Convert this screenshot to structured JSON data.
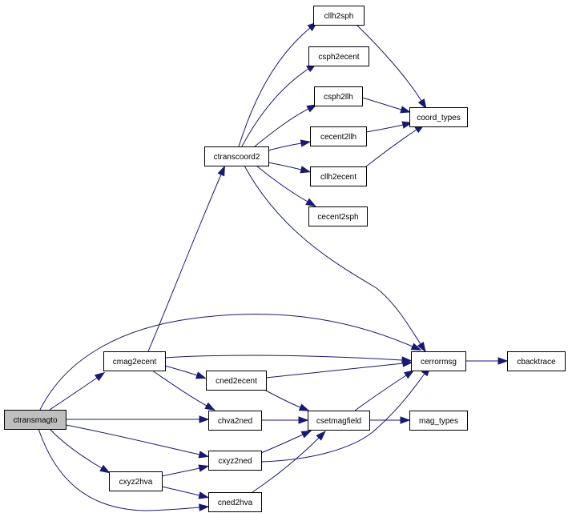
{
  "graph": {
    "kind": "call-graph",
    "root": "ctransmagto",
    "nodes": [
      {
        "id": "ctransmagto",
        "label": "ctransmagto",
        "highlighted": true
      },
      {
        "id": "cmag2ecent",
        "label": "cmag2ecent"
      },
      {
        "id": "ctranscoord2",
        "label": "ctranscoord2"
      },
      {
        "id": "cllh2sph",
        "label": "cllh2sph"
      },
      {
        "id": "csph2ecent",
        "label": "csph2ecent"
      },
      {
        "id": "csph2llh",
        "label": "csph2llh"
      },
      {
        "id": "cecent2llh",
        "label": "cecent2llh"
      },
      {
        "id": "cllh2ecent",
        "label": "cllh2ecent"
      },
      {
        "id": "cecent2sph",
        "label": "cecent2sph"
      },
      {
        "id": "coord_types",
        "label": "coord_types"
      },
      {
        "id": "cerrormsg",
        "label": "cerrormsg"
      },
      {
        "id": "cbacktrace",
        "label": "cbacktrace"
      },
      {
        "id": "cned2ecent",
        "label": "cned2ecent"
      },
      {
        "id": "chva2ned",
        "label": "chva2ned"
      },
      {
        "id": "csetmagfield",
        "label": "csetmagfield"
      },
      {
        "id": "mag_types",
        "label": "mag_types"
      },
      {
        "id": "cxyz2ned",
        "label": "cxyz2ned"
      },
      {
        "id": "cxyz2hva",
        "label": "cxyz2hva"
      },
      {
        "id": "cned2hva",
        "label": "cned2hva"
      }
    ],
    "edges": [
      {
        "from": "ctransmagto",
        "to": "cmag2ecent"
      },
      {
        "from": "ctransmagto",
        "to": "cerrormsg"
      },
      {
        "from": "ctransmagto",
        "to": "chva2ned"
      },
      {
        "from": "ctransmagto",
        "to": "cxyz2ned"
      },
      {
        "from": "ctransmagto",
        "to": "cxyz2hva"
      },
      {
        "from": "ctransmagto",
        "to": "cned2hva"
      },
      {
        "from": "cmag2ecent",
        "to": "ctranscoord2"
      },
      {
        "from": "cmag2ecent",
        "to": "cerrormsg"
      },
      {
        "from": "cmag2ecent",
        "to": "cned2ecent"
      },
      {
        "from": "cmag2ecent",
        "to": "chva2ned"
      },
      {
        "from": "ctranscoord2",
        "to": "cllh2sph"
      },
      {
        "from": "ctranscoord2",
        "to": "csph2ecent"
      },
      {
        "from": "ctranscoord2",
        "to": "csph2llh"
      },
      {
        "from": "ctranscoord2",
        "to": "cecent2llh"
      },
      {
        "from": "ctranscoord2",
        "to": "cllh2ecent"
      },
      {
        "from": "ctranscoord2",
        "to": "cecent2sph"
      },
      {
        "from": "ctranscoord2",
        "to": "cerrormsg"
      },
      {
        "from": "cllh2sph",
        "to": "coord_types"
      },
      {
        "from": "csph2llh",
        "to": "coord_types"
      },
      {
        "from": "cecent2llh",
        "to": "coord_types"
      },
      {
        "from": "cllh2ecent",
        "to": "coord_types"
      },
      {
        "from": "cerrormsg",
        "to": "cbacktrace"
      },
      {
        "from": "cned2ecent",
        "to": "cerrormsg"
      },
      {
        "from": "cned2ecent",
        "to": "csetmagfield"
      },
      {
        "from": "chva2ned",
        "to": "csetmagfield"
      },
      {
        "from": "csetmagfield",
        "to": "cerrormsg"
      },
      {
        "from": "csetmagfield",
        "to": "mag_types"
      },
      {
        "from": "cxyz2ned",
        "to": "csetmagfield"
      },
      {
        "from": "cxyz2ned",
        "to": "cerrormsg"
      },
      {
        "from": "cxyz2hva",
        "to": "cxyz2ned"
      },
      {
        "from": "cxyz2hva",
        "to": "cned2hva"
      },
      {
        "from": "cned2hva",
        "to": "csetmagfield"
      }
    ]
  },
  "colors": {
    "edge": "#191970",
    "node_border": "#000000",
    "node_fill": "#ffffff",
    "root_fill": "#bfbfbf"
  }
}
